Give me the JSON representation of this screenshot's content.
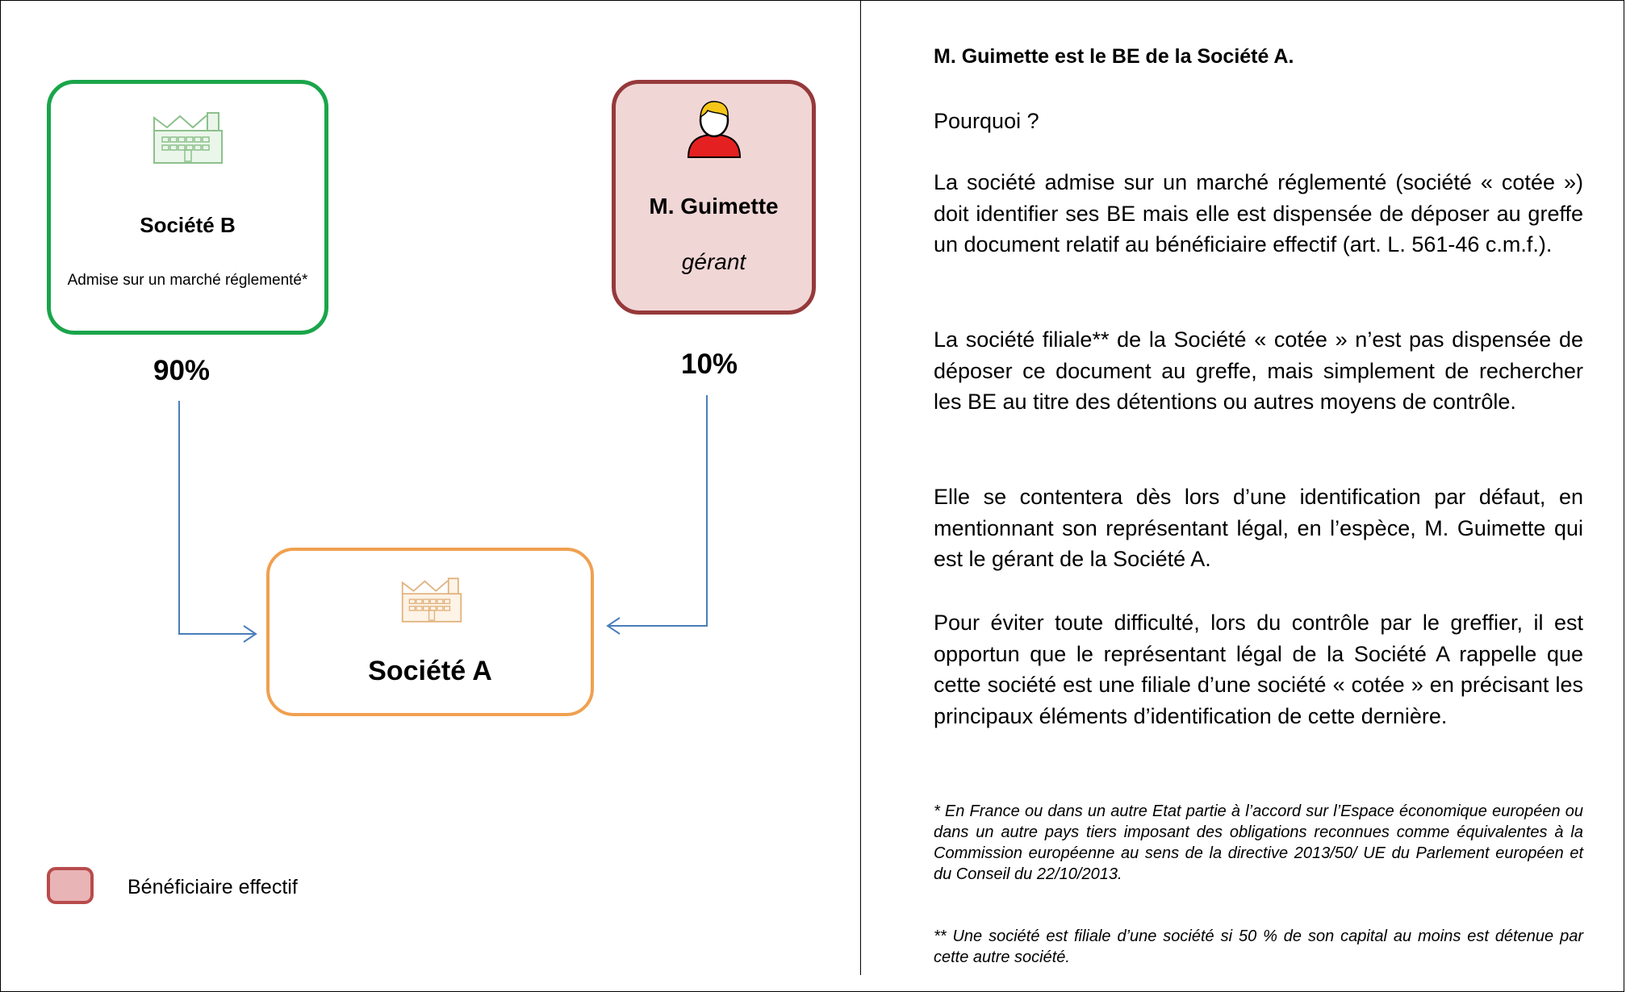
{
  "diagram": {
    "company_b": {
      "title": "Société B",
      "subtitle": "Admise sur un marché réglementé*",
      "icon": "factory-icon"
    },
    "person": {
      "name": "M. Guimette",
      "role": "gérant",
      "icon": "person-icon"
    },
    "company_a": {
      "title": "Société A",
      "icon": "factory-icon"
    },
    "stakes": {
      "company_b": "90%",
      "person": "10%"
    },
    "legend": {
      "label": "Bénéficiaire effectif"
    },
    "colors": {
      "company_b_border": "#1aa54a",
      "person_border": "#96393a",
      "person_fill": "#f1d6d6",
      "company_a_border": "#f0a04f",
      "arrow": "#4a7ebb"
    }
  },
  "text": {
    "heading": "M. Guimette est le BE de la Société A.",
    "why": "Pourquoi ?",
    "paragraphs": [
      "La société admise sur un marché réglementé (société « cotée ») doit identifier ses BE mais elle est dispensée de déposer au greffe un document relatif au bénéficiaire effectif (art. L. 561-46 c.m.f.).",
      "La société filiale** de la Société « cotée » n’est pas dispensée de déposer ce document au greffe, mais simplement de rechercher les BE au titre des détentions ou autres moyens de contrôle.",
      "Elle se contentera dès lors d’une identification par défaut, en mentionnant son représentant légal, en l’espèce, M. Guimette qui est le gérant de la Société A.",
      "Pour éviter toute difficulté, lors du contrôle par le greffier, il est opportun que le représentant légal de la Société A rappelle que cette société est une filiale d’une société « cotée » en précisant les principaux éléments d’identification de cette dernière."
    ],
    "notes": [
      "* En France ou dans un autre Etat partie à l’accord sur l’Espace économique européen ou dans un autre pays tiers imposant des obligations reconnues comme équivalentes à la Commission européenne au sens de la directive 2013/50/ UE du Parlement européen et du Conseil du 22/10/2013.",
      "** Une société est filiale d’une société si 50 % de son capital au moins est détenue par cette autre société."
    ]
  }
}
